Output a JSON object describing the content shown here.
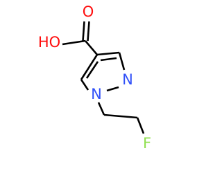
{
  "molecule": {
    "atoms": {
      "carbonyl_o": {
        "symbol": "O",
        "color": "#ff0d0d"
      },
      "hydroxyl": {
        "symbol": "HO",
        "color": "#ff0d0d"
      },
      "n2": {
        "symbol": "N",
        "color": "#3050f8"
      },
      "n1": {
        "symbol": "N",
        "color": "#3050f8"
      },
      "fluorine": {
        "symbol": "F",
        "color": "#90e050"
      }
    }
  }
}
